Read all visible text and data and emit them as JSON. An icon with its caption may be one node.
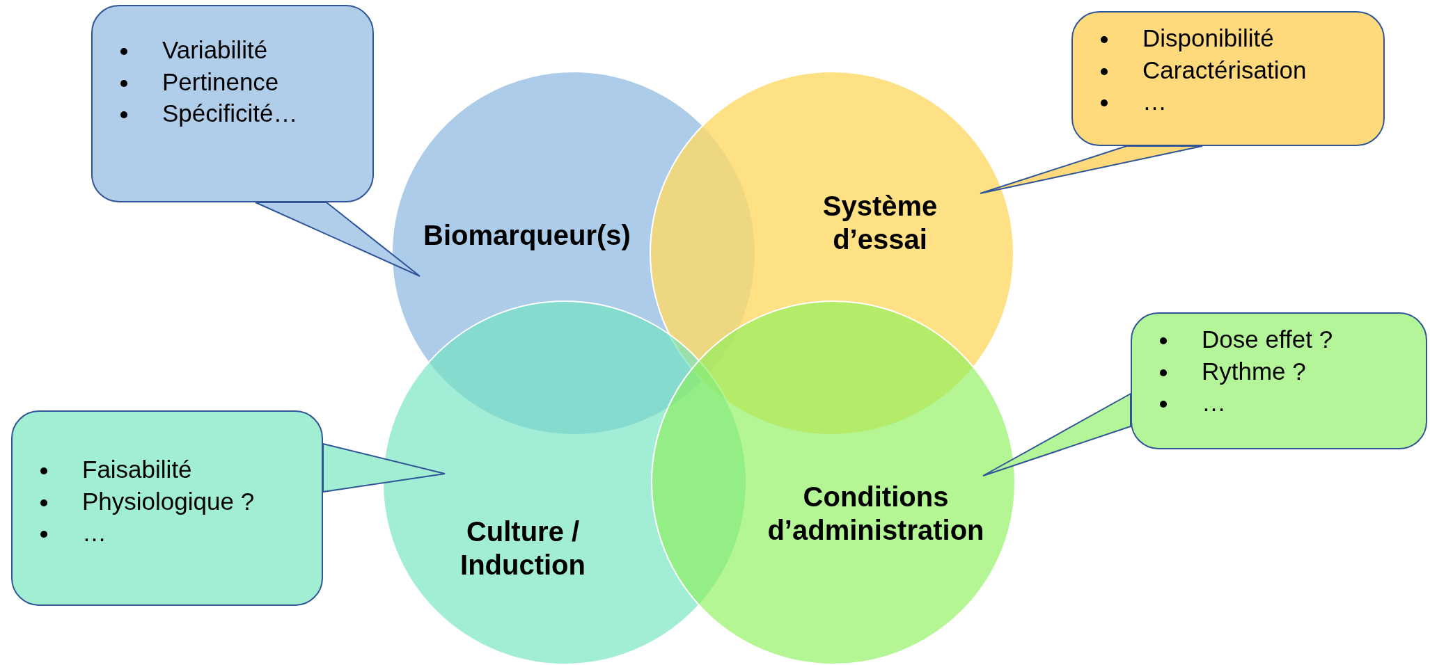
{
  "diagram": {
    "nodes": [
      {
        "text": [
          "Biomarqueur(s)"
        ]
      },
      {
        "text": [
          "Système d’essai"
        ]
      },
      {
        "text": [
          "Culture / Induction"
        ]
      },
      {
        "text": [
          "Conditions d’administration"
        ]
      },
      {
        "text": [
          "Variabilité",
          "Pertinence",
          "Spécificité…"
        ]
      },
      {
        "text": [
          "Disponibilité",
          "Caractérisation",
          "…"
        ]
      },
      {
        "text": [
          "Dose effet ?",
          "Rythme ?",
          "…"
        ]
      },
      {
        "text": [
          "Faisabilité",
          "Physiologique ?",
          "…"
        ]
      }
    ],
    "edges": [
      {
        "from": 4,
        "to": 0,
        "arrow": "none"
      },
      {
        "from": 5,
        "to": 1,
        "arrow": "none"
      },
      {
        "from": 6,
        "to": 3,
        "arrow": "none"
      },
      {
        "from": 7,
        "to": 2,
        "arrow": "none"
      }
    ]
  }
}
